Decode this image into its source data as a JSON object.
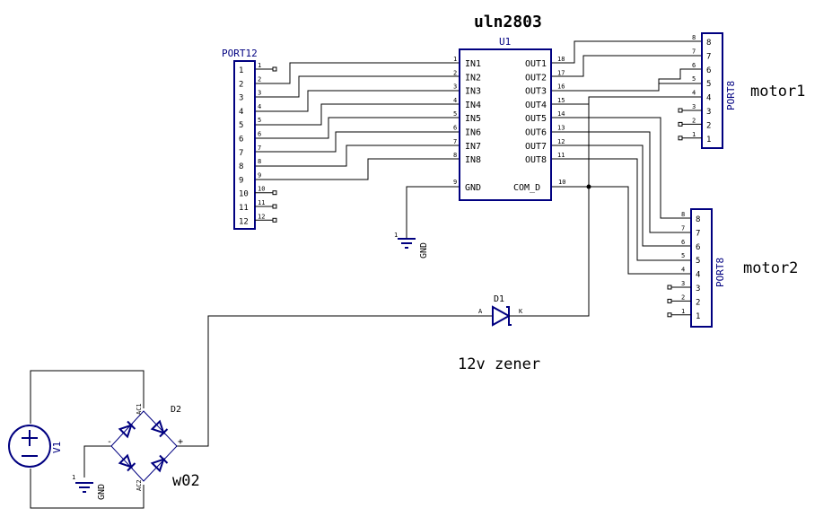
{
  "u1": {
    "ref": "U1",
    "value": "uln2803",
    "left_pins": [
      {
        "num": "1",
        "name": "IN1"
      },
      {
        "num": "2",
        "name": "IN2"
      },
      {
        "num": "3",
        "name": "IN3"
      },
      {
        "num": "4",
        "name": "IN4"
      },
      {
        "num": "5",
        "name": "IN5"
      },
      {
        "num": "6",
        "name": "IN6"
      },
      {
        "num": "7",
        "name": "IN7"
      },
      {
        "num": "8",
        "name": "IN8"
      }
    ],
    "gnd_pin": {
      "num": "9",
      "name": "GND"
    },
    "right_pins": [
      {
        "num": "18",
        "name": "OUT1"
      },
      {
        "num": "17",
        "name": "OUT2"
      },
      {
        "num": "16",
        "name": "OUT3"
      },
      {
        "num": "15",
        "name": "OUT4"
      },
      {
        "num": "14",
        "name": "OUT5"
      },
      {
        "num": "13",
        "name": "OUT6"
      },
      {
        "num": "12",
        "name": "OUT7"
      },
      {
        "num": "11",
        "name": "OUT8"
      }
    ],
    "com_pin": {
      "num": "10",
      "name": "COM_D"
    }
  },
  "port12": {
    "ref": "PORT12",
    "labels": [
      "1",
      "2",
      "3",
      "4",
      "5",
      "6",
      "7",
      "8",
      "9",
      "10",
      "11",
      "12"
    ],
    "pin_numbers": [
      "1",
      "2",
      "3",
      "4",
      "5",
      "6",
      "7",
      "8",
      "9",
      "10",
      "11",
      "12"
    ]
  },
  "motor1": {
    "name": "motor1",
    "ref": "PORT8",
    "labels": [
      "8",
      "7",
      "6",
      "5",
      "4",
      "3",
      "2",
      "1"
    ],
    "pin_numbers": [
      "8",
      "7",
      "6",
      "5",
      "4",
      "3",
      "2",
      "1"
    ]
  },
  "motor2": {
    "name": "motor2",
    "ref": "PORT8",
    "labels": [
      "8",
      "7",
      "6",
      "5",
      "4",
      "3",
      "2",
      "1"
    ],
    "pin_numbers": [
      "8",
      "7",
      "6",
      "5",
      "4",
      "3",
      "2",
      "1"
    ]
  },
  "d1": {
    "ref": "D1",
    "value": "12v zener",
    "pin_a": "A",
    "pin_k": "K"
  },
  "d2": {
    "ref": "D2",
    "value": "w02",
    "ac1": "AC1",
    "ac2": "AC2",
    "plus": "+",
    "minus": "-"
  },
  "v1": {
    "ref": "V1"
  },
  "gnd1": {
    "label": "GND",
    "pin": "1"
  },
  "gnd2": {
    "label": "GND",
    "pin": "1"
  }
}
